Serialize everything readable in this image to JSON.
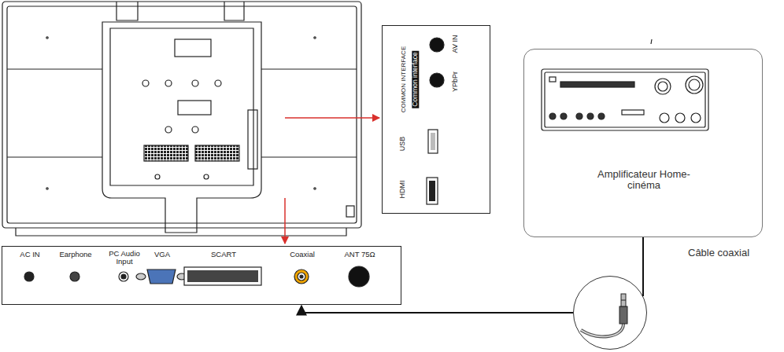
{
  "diagram": {
    "nodes": [
      {
        "text": [
          "COMMON INTERFACE",
          "Common interface",
          "AV IN",
          "YPbPr",
          "USB",
          "HDMI"
        ]
      },
      {
        "text": [
          "Amplificateur Home-cinéma"
        ]
      },
      {
        "text": [
          "AC IN",
          "Earphone",
          "PC Audio Input",
          "VGA",
          "SCART",
          "Coaxial",
          "ANT 75Ω"
        ]
      },
      {
        "text": [
          "Câble coaxial"
        ]
      }
    ],
    "edges": [
      {
        "from": 1,
        "to": 3,
        "arrow": "none"
      },
      {
        "from": 3,
        "to": 2,
        "arrow": "to"
      }
    ]
  }
}
